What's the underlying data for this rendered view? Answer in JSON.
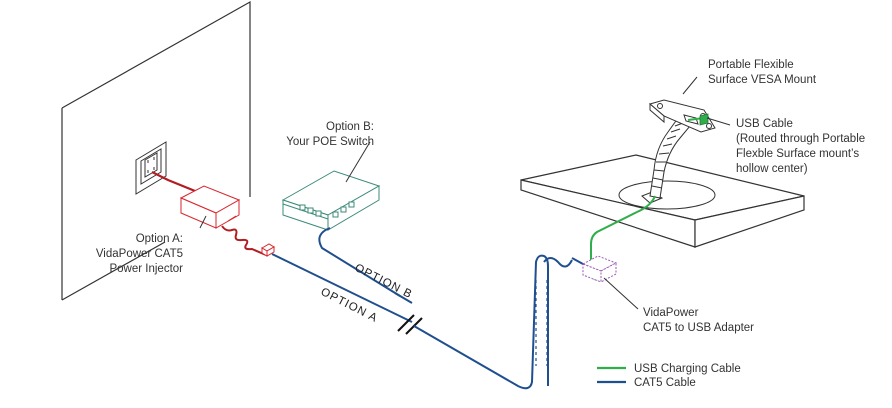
{
  "labels": {
    "mount_line1": "Portable Flexible",
    "mount_line2": "Surface VESA Mount",
    "usb_line1": "USB Cable",
    "usb_line2": "(Routed through Portable",
    "usb_line3": "Flexble Surface mount’s",
    "usb_line4": "hollow center)",
    "switch_line1": "Option B:",
    "switch_line2": "Your POE Switch",
    "injector_line1": "Option A:",
    "injector_line2": "VidaPower CAT5",
    "injector_line3": "Power Injector",
    "option_b": "OPTION  B",
    "option_a": "OPTION  A",
    "adapter_line1": "VidaPower",
    "adapter_line2": "CAT5 to USB Adapter"
  },
  "legend": [
    {
      "label": "USB Charging Cable",
      "color": "#2fae49"
    },
    {
      "label": "CAT5 Cable",
      "color": "#1f4f8f"
    }
  ],
  "colors": {
    "usb_cable": "#2fae49",
    "cat5_cable": "#1f4f8f",
    "power_cable": "#b01e24",
    "injector": "#d9262c",
    "switch": "#3c8a7a",
    "adapter": "#9b59b6",
    "outline": "#333333"
  }
}
